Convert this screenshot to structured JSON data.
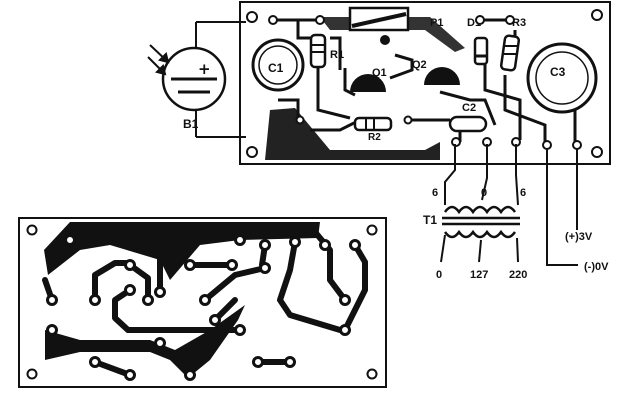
{
  "schematic": {
    "battery": "B1",
    "transformer": "T1",
    "tap_left": "6",
    "tap_center": "0",
    "tap_right": "6",
    "primary_0": "0",
    "primary_127": "127",
    "primary_220": "220",
    "pos_label": "(+)3V",
    "neg_label": "(-)0V"
  },
  "components": {
    "c1": "C1",
    "c2": "C2",
    "c3": "C3",
    "r1": "R1",
    "r2": "R2",
    "r3": "R3",
    "d1": "D1",
    "q1": "Q1",
    "q2": "Q2",
    "p1": "P1"
  },
  "colors": {
    "ink": "#111111",
    "paper": "#ffffff"
  }
}
